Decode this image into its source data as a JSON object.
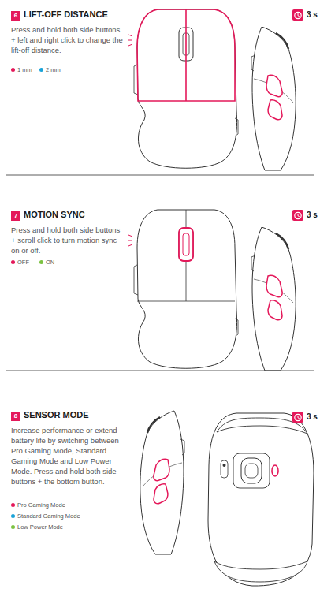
{
  "diagram": {
    "nodes": [
      {
        "text": [
          "6"
        ]
      },
      {
        "text": [
          "7"
        ]
      },
      {
        "text": [
          "8"
        ]
      }
    ],
    "labels": [
      "LIFT-OFF DISTANCE",
      "Press and hold both side buttons + left and right click to change the lift-off distance.",
      "3 s",
      "MOTION SYNC",
      "Press and hold both side buttons + scroll click to turn motion sync on or off.",
      "3 s",
      "SENSOR MODE",
      "Increase performance or extend battery life by switching between Pro Gaming Mode, Standard Gaming Mode and Low Power Mode. Press and hold both side buttons + the bottom button.",
      "3 s"
    ],
    "legend": [
      {
        "text": "1 mm",
        "color": "#e4185a"
      },
      {
        "text": "2 mm",
        "color": "#1aa3d8"
      },
      {
        "text": "OFF",
        "color": "#e4185a"
      },
      {
        "text": "ON",
        "color": "#7cc242"
      },
      {
        "text": "Pro Gaming Mode",
        "color": "#e4185a"
      },
      {
        "text": "Standard Gaming Mode",
        "color": "#1aa3d8"
      },
      {
        "text": "Low Power Mode",
        "color": "#7cc242"
      }
    ]
  }
}
